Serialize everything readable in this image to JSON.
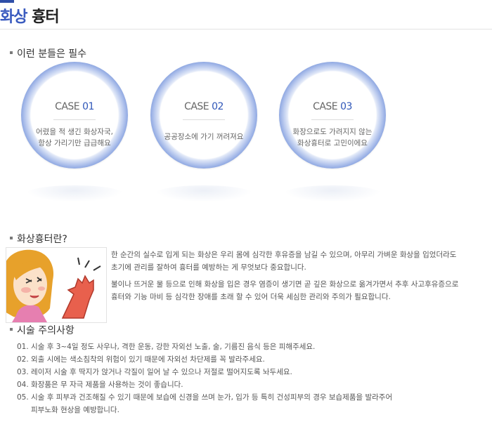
{
  "header": {
    "title_accent": "화상",
    "title_rest": "흉터"
  },
  "cases_section": {
    "heading": "이런 분들은 필수",
    "cases": [
      {
        "label": "CASE",
        "number": "01",
        "line1": "어렸을 적 생긴 화상자국,",
        "line2": "항상 가리기만 급급해요"
      },
      {
        "label": "CASE",
        "number": "02",
        "line1": "공공장소에 가기 꺼려져요",
        "line2": ""
      },
      {
        "label": "CASE",
        "number": "03",
        "line1": "화장으로도 가려지지 않는",
        "line2": "화상흉터로 고민이에요"
      }
    ]
  },
  "about_section": {
    "heading": "화상흉터란?",
    "para1_line1": "한 순간의 실수로 입게 되는 화상은 우리 몸에 심각한 후유증을 남길 수 있으며, 아무리 가벼운 화상을 입었더라도",
    "para1_line2": "초기에 관리를 잘하여 흉터를 예방하는 게 무엇보다 중요합니다.",
    "para2_line1": "불이나 뜨거운 물 등으로 인해 화상을 입은 경우 염증이 생기면 곧 깊은 화상으로 옮겨가면서 추후 사고후유증으로",
    "para2_line2": "흉터와 기능 마비 등 심각한 장애를 초래 할 수 있어 더욱 세심한 관리와 주의가 필요합니다."
  },
  "caution_section": {
    "heading": "시술 주의사항",
    "items": [
      "01. 시술 후 3~4일 정도 사우나, 격한 운동, 강한 자외선 노출, 술, 기름진 음식 등은 피해주세요.",
      "02. 외출 시에는 색소침착의 위험이 있기 때문에 자외선 차단제를 꼭 발라주세요.",
      "03. 레이저 시술 후 딱지가 앉거나 각질이 일어 날 수 있으나 저절로 떨어지도록 놔두세요.",
      "04. 화장품은 무 자극 제품을 사용하는 것이 좋습니다.",
      "05. 시술 후 피부과 건조해질 수 있기 때문에 보습에 신경을 쓰며 눈가, 입가 등 특히 건성피부의 경우 보습제품을 발라주어"
    ],
    "item5_cont": "피부노화 현상을 예방합니다."
  },
  "colors": {
    "accent_blue": "#3a5bbf",
    "ring_blue": "#8fa8e2"
  }
}
